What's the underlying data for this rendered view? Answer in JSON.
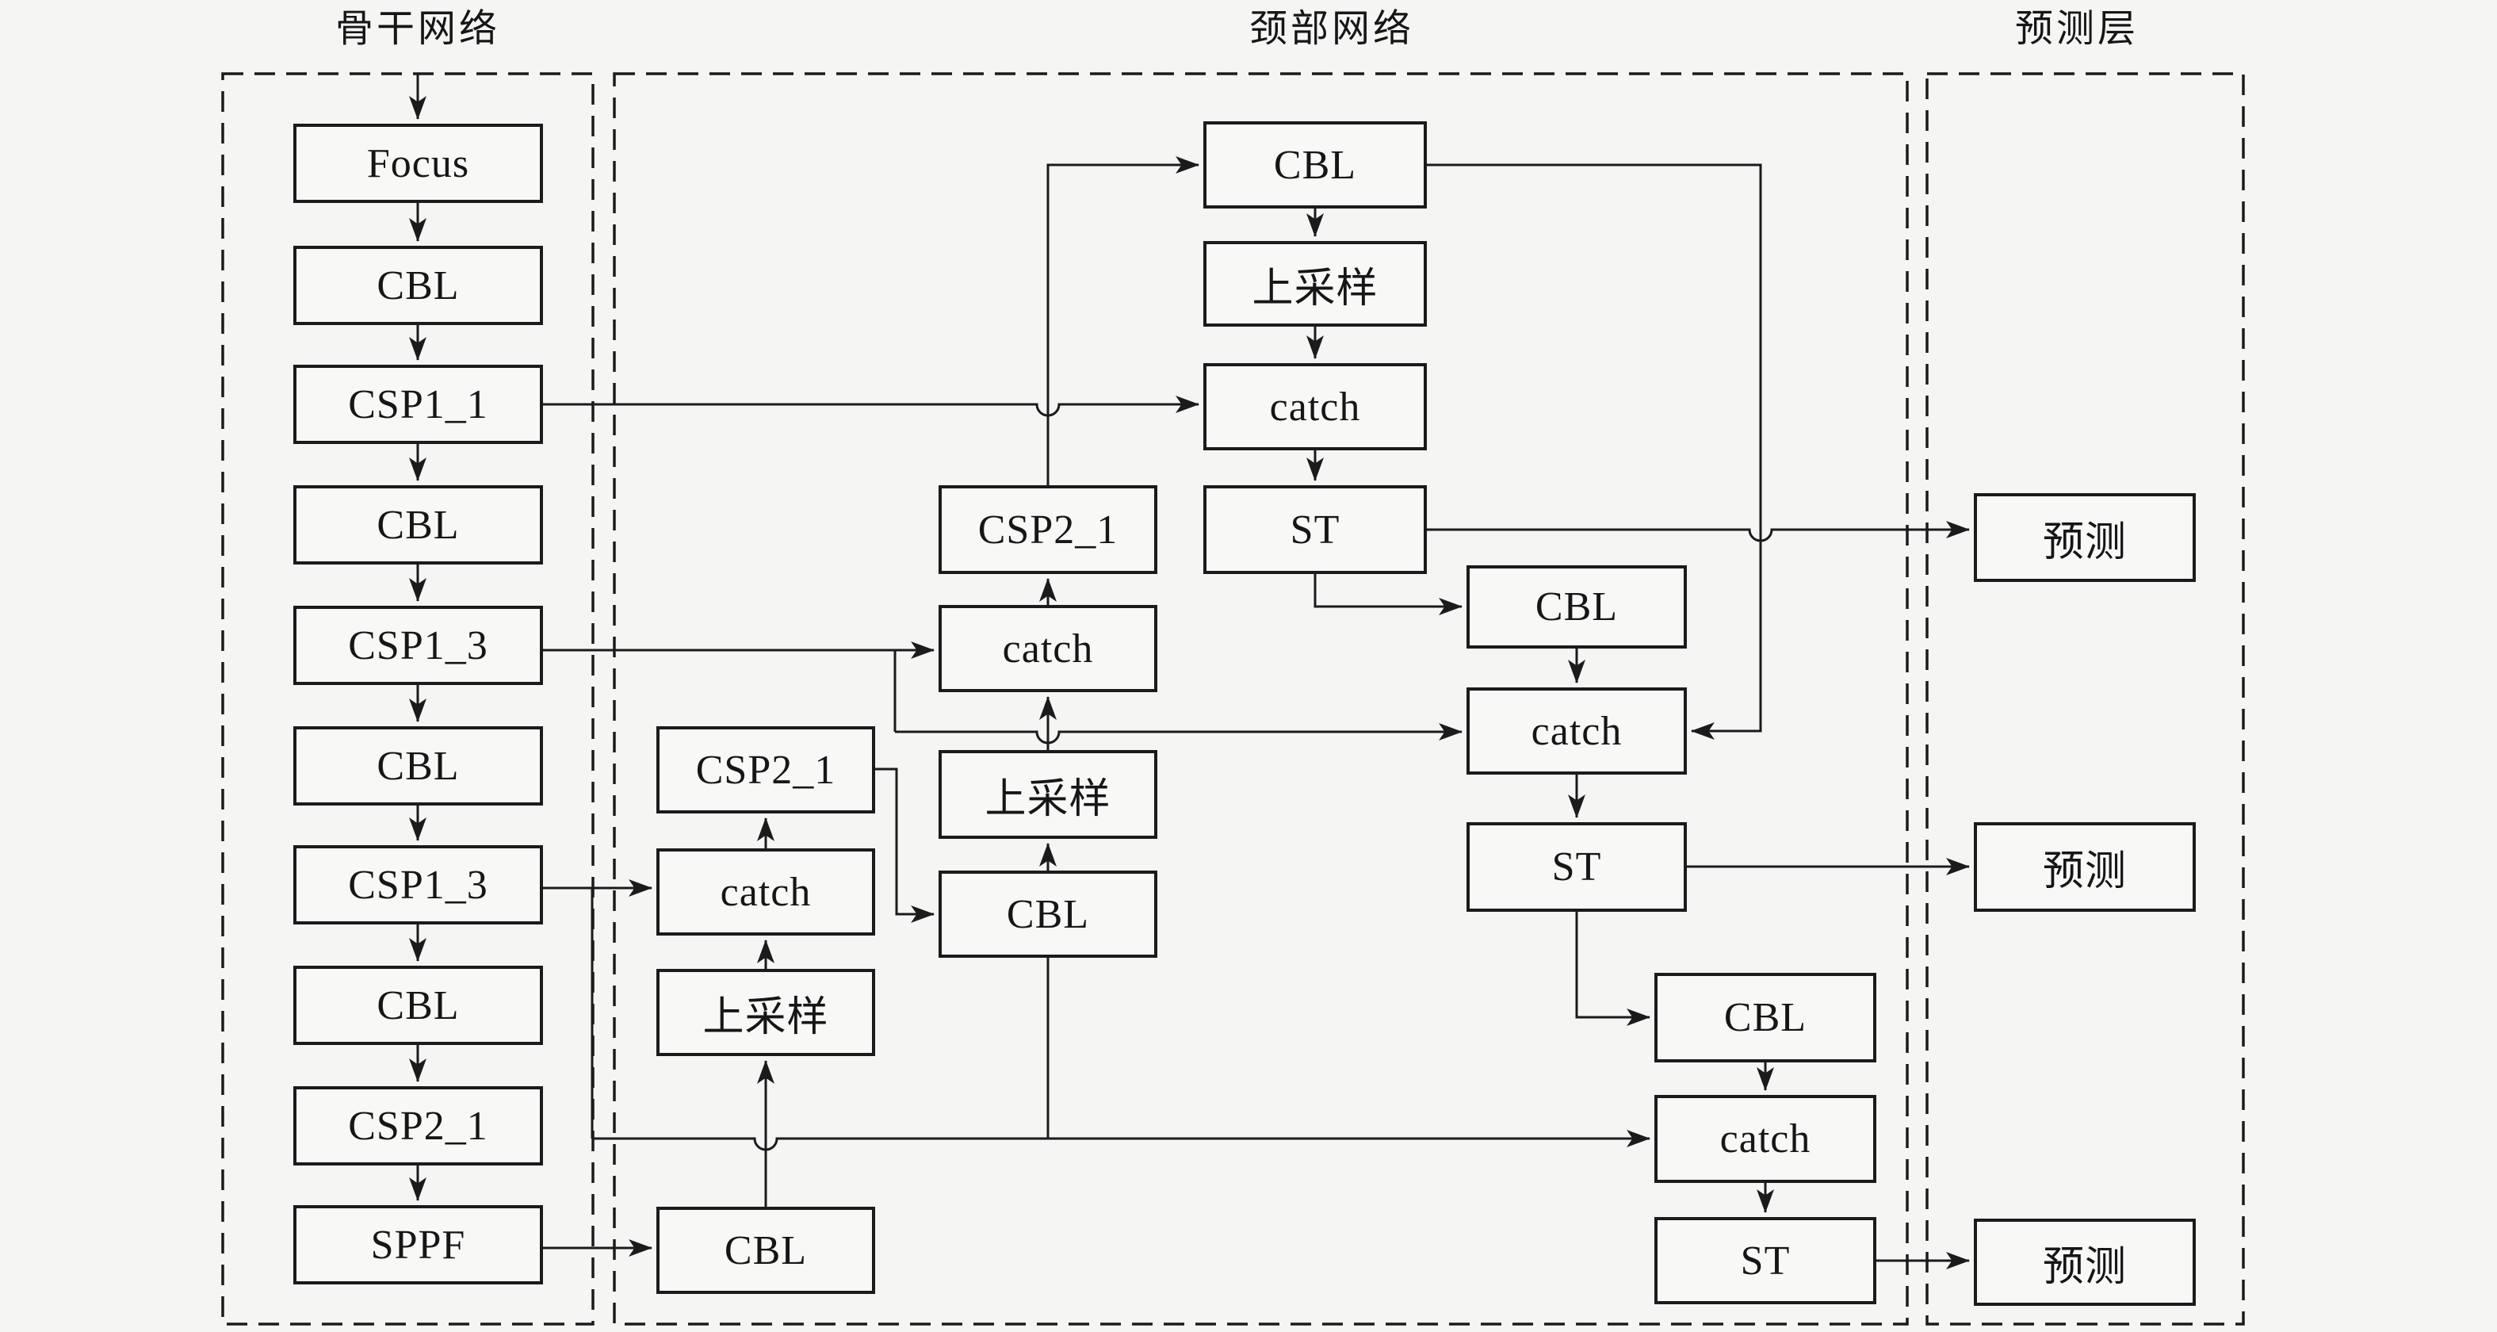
{
  "theme": {
    "line_color": "#1b1b1b",
    "canvas_bg": "#f5f5f4",
    "box_bg": "#f8f8f7",
    "text_color": "#161616"
  },
  "diagram": {
    "titles": {
      "backbone": "骨干网络",
      "neck": "颈部网络",
      "prediction": "预测层"
    },
    "nodes": {
      "backbone_focus": {
        "label": "Focus"
      },
      "backbone_cbl_1": {
        "label": "CBL"
      },
      "backbone_csp1_1": {
        "label": "CSP1_1"
      },
      "backbone_cbl_2": {
        "label": "CBL"
      },
      "backbone_csp1_3_a": {
        "label": "CSP1_3"
      },
      "backbone_cbl_3": {
        "label": "CBL"
      },
      "backbone_csp1_3_b": {
        "label": "CSP1_3"
      },
      "backbone_cbl_4": {
        "label": "CBL"
      },
      "backbone_csp2_1": {
        "label": "CSP2_1"
      },
      "backbone_sppf": {
        "label": "SPPF"
      },
      "neck_cbl_a": {
        "label": "CBL"
      },
      "neck_upsample_a": {
        "label": "上采样"
      },
      "neck_catch_a": {
        "label": "catch"
      },
      "neck_csp2_a": {
        "label": "CSP2_1"
      },
      "neck_cbl_b": {
        "label": "CBL"
      },
      "neck_upsample_b": {
        "label": "上采样"
      },
      "neck_catch_b": {
        "label": "catch"
      },
      "neck_csp2_b": {
        "label": "CSP2_1"
      },
      "neck_cbl_c": {
        "label": "CBL"
      },
      "neck_upsample_c": {
        "label": "上采样"
      },
      "neck_catch_c": {
        "label": "catch"
      },
      "neck_st_c": {
        "label": "ST"
      },
      "neck_cbl_d": {
        "label": "CBL"
      },
      "neck_catch_d": {
        "label": "catch"
      },
      "neck_st_d": {
        "label": "ST"
      },
      "neck_cbl_e": {
        "label": "CBL"
      },
      "neck_catch_e": {
        "label": "catch"
      },
      "neck_st_e": {
        "label": "ST"
      },
      "pred_1": {
        "label": "预测"
      },
      "pred_2": {
        "label": "预测"
      },
      "pred_3": {
        "label": "预测"
      }
    }
  }
}
